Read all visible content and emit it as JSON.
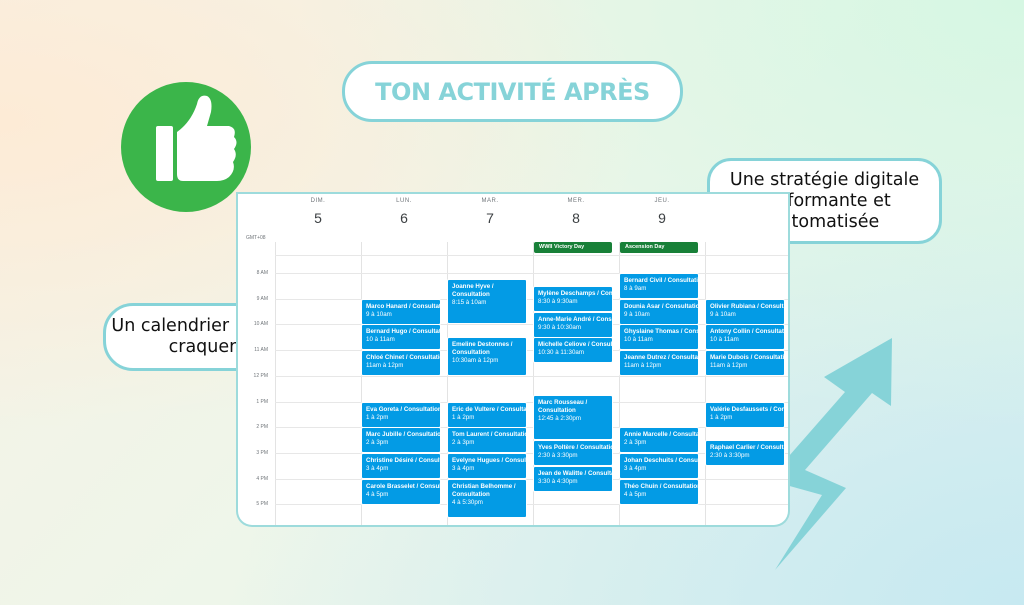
{
  "header": {
    "title": "TON ACTIVITÉ APRÈS"
  },
  "callouts": {
    "right": "Une stratégie digitale performante et automatisée",
    "left": "Un calendrier plein à craquer"
  },
  "icons": {
    "thumb": "thumbs-up-icon",
    "arrow": "trend-arrow-icon"
  },
  "colors": {
    "accent": "#86d3d8",
    "event": "#039be5",
    "holiday": "#188038",
    "thumb_bg": "#3bb54a"
  },
  "calendar": {
    "timezone": "GMT+08",
    "days": [
      {
        "name": "DIM.",
        "date": "5"
      },
      {
        "name": "LUN.",
        "date": "6"
      },
      {
        "name": "MAR.",
        "date": "7"
      },
      {
        "name": "MER.",
        "date": "8"
      },
      {
        "name": "JEU.",
        "date": "9"
      },
      {
        "name": "",
        "date": ""
      }
    ],
    "hours": [
      "8 AM",
      "9 AM",
      "10 AM",
      "11 AM",
      "12 PM",
      "1 PM",
      "2 PM",
      "3 PM",
      "4 PM",
      "5 PM"
    ],
    "all_day": [
      {
        "day": 3,
        "label": "WWII Victory Day"
      },
      {
        "day": 4,
        "label": "Ascension Day"
      }
    ],
    "events": [
      {
        "day": 1,
        "start": 9,
        "end": 10,
        "title": "Marco Hanard / Consultation",
        "time": "9 à 10am"
      },
      {
        "day": 1,
        "start": 10,
        "end": 11,
        "title": "Bernard Hugo / Consultation",
        "time": "10 à 11am"
      },
      {
        "day": 1,
        "start": 11,
        "end": 12,
        "title": "Chloé Chinet / Consultation",
        "time": "11am à 12pm"
      },
      {
        "day": 1,
        "start": 13,
        "end": 14,
        "title": "Eva Goreta / Consultation",
        "time": "1 à 2pm"
      },
      {
        "day": 1,
        "start": 14,
        "end": 15,
        "title": "Marc Jubille / Consultation",
        "time": "2 à 3pm"
      },
      {
        "day": 1,
        "start": 15,
        "end": 16,
        "title": "Christine Désiré / Consultation",
        "time": "3 à 4pm"
      },
      {
        "day": 1,
        "start": 16,
        "end": 17,
        "title": "Carole Brasselet / Consultation",
        "time": "4 à 5pm"
      },
      {
        "day": 2,
        "start": 8.25,
        "end": 10,
        "title": "Joanne Hyve / Consultation",
        "time": "8:15 à 10am",
        "wrap": true
      },
      {
        "day": 2,
        "start": 10.5,
        "end": 12,
        "title": "Emeline Destonnes / Consultation",
        "time": "10:30am à 12pm",
        "wrap": true
      },
      {
        "day": 2,
        "start": 13,
        "end": 14,
        "title": "Eric de Vultere / Consultation",
        "time": "1 à 2pm"
      },
      {
        "day": 2,
        "start": 14,
        "end": 15,
        "title": "Tom Laurent / Consultation",
        "time": "2 à 3pm"
      },
      {
        "day": 2,
        "start": 15,
        "end": 16,
        "title": "Evelyne Hugues / Consultation",
        "time": "3 à 4pm"
      },
      {
        "day": 2,
        "start": 16,
        "end": 17.5,
        "title": "Christian Belhomme / Consultation",
        "time": "4 à 5:30pm",
        "wrap": true
      },
      {
        "day": 3,
        "start": 8.5,
        "end": 9.5,
        "title": "Mylène Deschamps / Consultation",
        "time": "8:30 à 9:30am"
      },
      {
        "day": 3,
        "start": 9.5,
        "end": 10.5,
        "title": "Anne-Marie André / Consultation",
        "time": "9:30 à 10:30am"
      },
      {
        "day": 3,
        "start": 10.5,
        "end": 11.5,
        "title": "Michelle Celiove / Consultation",
        "time": "10:30 à 11:30am"
      },
      {
        "day": 3,
        "start": 12.75,
        "end": 14.5,
        "title": "Marc Rousseau / Consultation",
        "time": "12:45 à 2:30pm",
        "wrap": true
      },
      {
        "day": 3,
        "start": 14.5,
        "end": 15.5,
        "title": "Yves Poltère / Consultation",
        "time": "2:30 à 3:30pm"
      },
      {
        "day": 3,
        "start": 15.5,
        "end": 16.5,
        "title": "Jean de Walitte / Consultation",
        "time": "3:30 à 4:30pm"
      },
      {
        "day": 4,
        "start": 8,
        "end": 9,
        "title": "Bernard Civil / Consultation",
        "time": "8 à 9am"
      },
      {
        "day": 4,
        "start": 9,
        "end": 10,
        "title": "Dounia Asar / Consultation",
        "time": "9 à 10am"
      },
      {
        "day": 4,
        "start": 10,
        "end": 11,
        "title": "Ghyslaine Thomas / Consultation",
        "time": "10 à 11am"
      },
      {
        "day": 4,
        "start": 11,
        "end": 12,
        "title": "Jeanne Dutrez / Consultation",
        "time": "11am à 12pm"
      },
      {
        "day": 4,
        "start": 14,
        "end": 15,
        "title": "Annie Marcelle / Consultation",
        "time": "2 à 3pm"
      },
      {
        "day": 4,
        "start": 15,
        "end": 16,
        "title": "Johan Deschuits / Consultation",
        "time": "3 à 4pm"
      },
      {
        "day": 4,
        "start": 16,
        "end": 17,
        "title": "Théo Chuin / Consultation",
        "time": "4 à 5pm"
      },
      {
        "day": 5,
        "start": 9,
        "end": 10,
        "title": "Olivier Rubiana / Consultation",
        "time": "9 à 10am"
      },
      {
        "day": 5,
        "start": 10,
        "end": 11,
        "title": "Antony Collin / Consultation",
        "time": "10 à 11am"
      },
      {
        "day": 5,
        "start": 11,
        "end": 12,
        "title": "Marie Dubois / Consultation",
        "time": "11am à 12pm"
      },
      {
        "day": 5,
        "start": 13,
        "end": 14,
        "title": "Valérie Desfaussets / Consultation",
        "time": "1 à 2pm"
      },
      {
        "day": 5,
        "start": 14.5,
        "end": 15.5,
        "title": "Raphael Carlier / Consultation",
        "time": "2:30 à 3:30pm"
      }
    ]
  }
}
